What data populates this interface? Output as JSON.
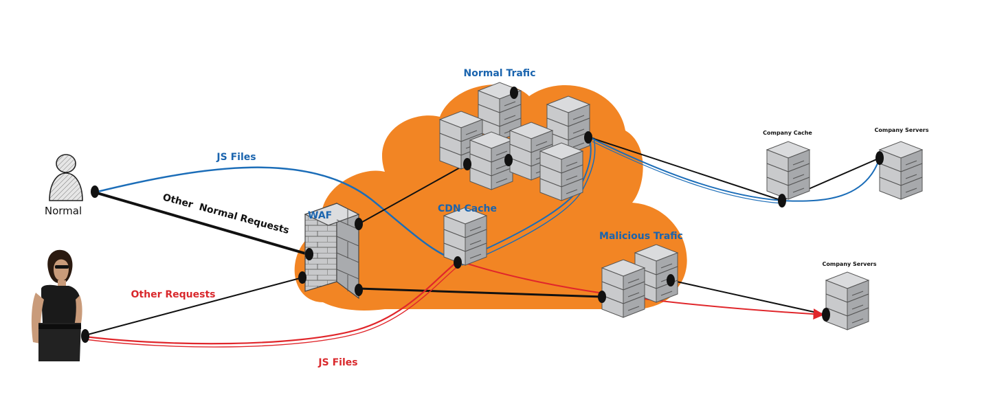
{
  "labels": {
    "normal_user": "Normal",
    "js_files_blue": "JS Files",
    "other_normal_requests": "Other  Normal Requests",
    "waf": "WAF",
    "normal_traffic": "Normal Trafic",
    "cdn_cache": "CDN Cache",
    "malicious_traffic": "Malicious Trafic",
    "other_requests": "Other Requests",
    "js_files_red": "JS Files",
    "company_cache": "Company Cache",
    "company_servers_top": "Company Servers",
    "company_servers_bottom": "Company Servers"
  },
  "colors": {
    "cloud": "#F28524",
    "blue_path": "#1B6DB8",
    "red_path": "#E0262B",
    "black_path": "#111111",
    "server_light": "#D8D9DB",
    "server_dark": "#A9ABAE",
    "blue_label": "#1A64AE",
    "red_label": "#D9282C"
  },
  "icons": {
    "normal_user": "person-outline-icon",
    "attacker": "attacker-figure-icon",
    "waf": "brick-wall-icon",
    "server": "server-stack-icon"
  }
}
